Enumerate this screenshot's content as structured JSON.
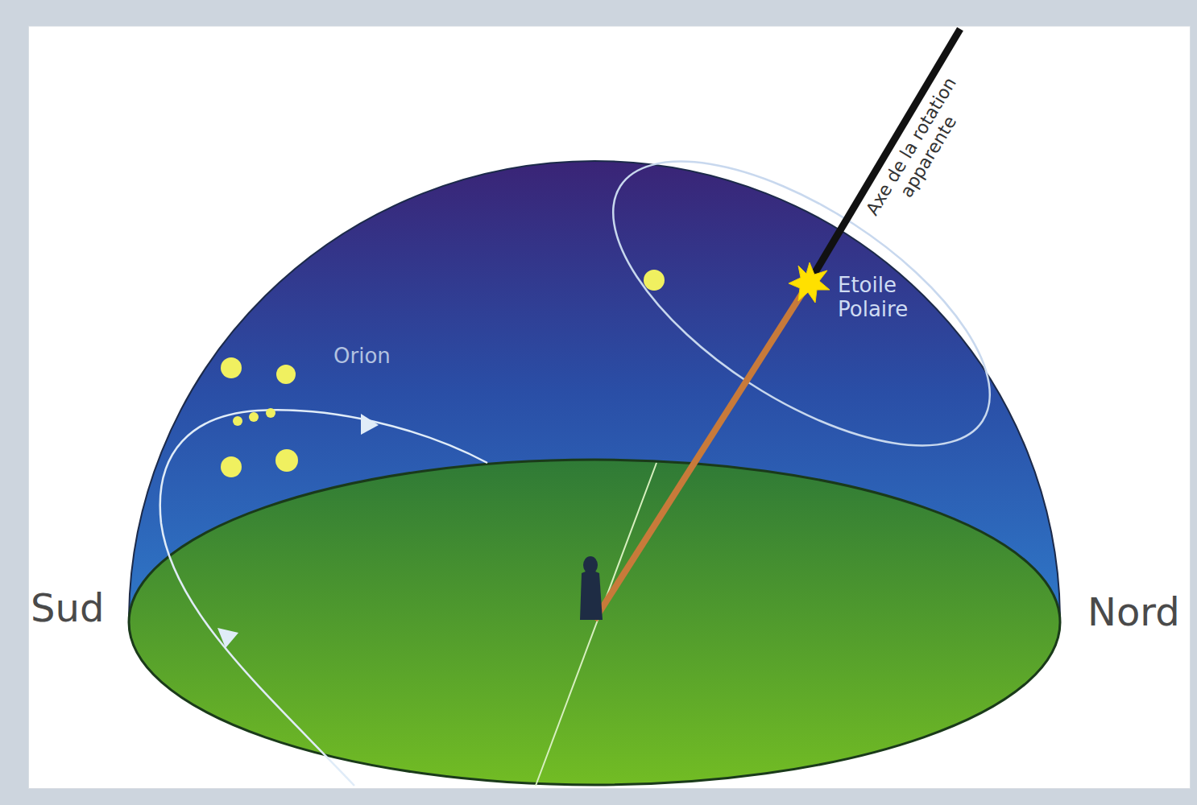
{
  "diagram": {
    "labels": [
      "Sud",
      "Nord",
      "Orion",
      "Etoile Polaire",
      "Axe de la rotation apparente"
    ]
  }
}
